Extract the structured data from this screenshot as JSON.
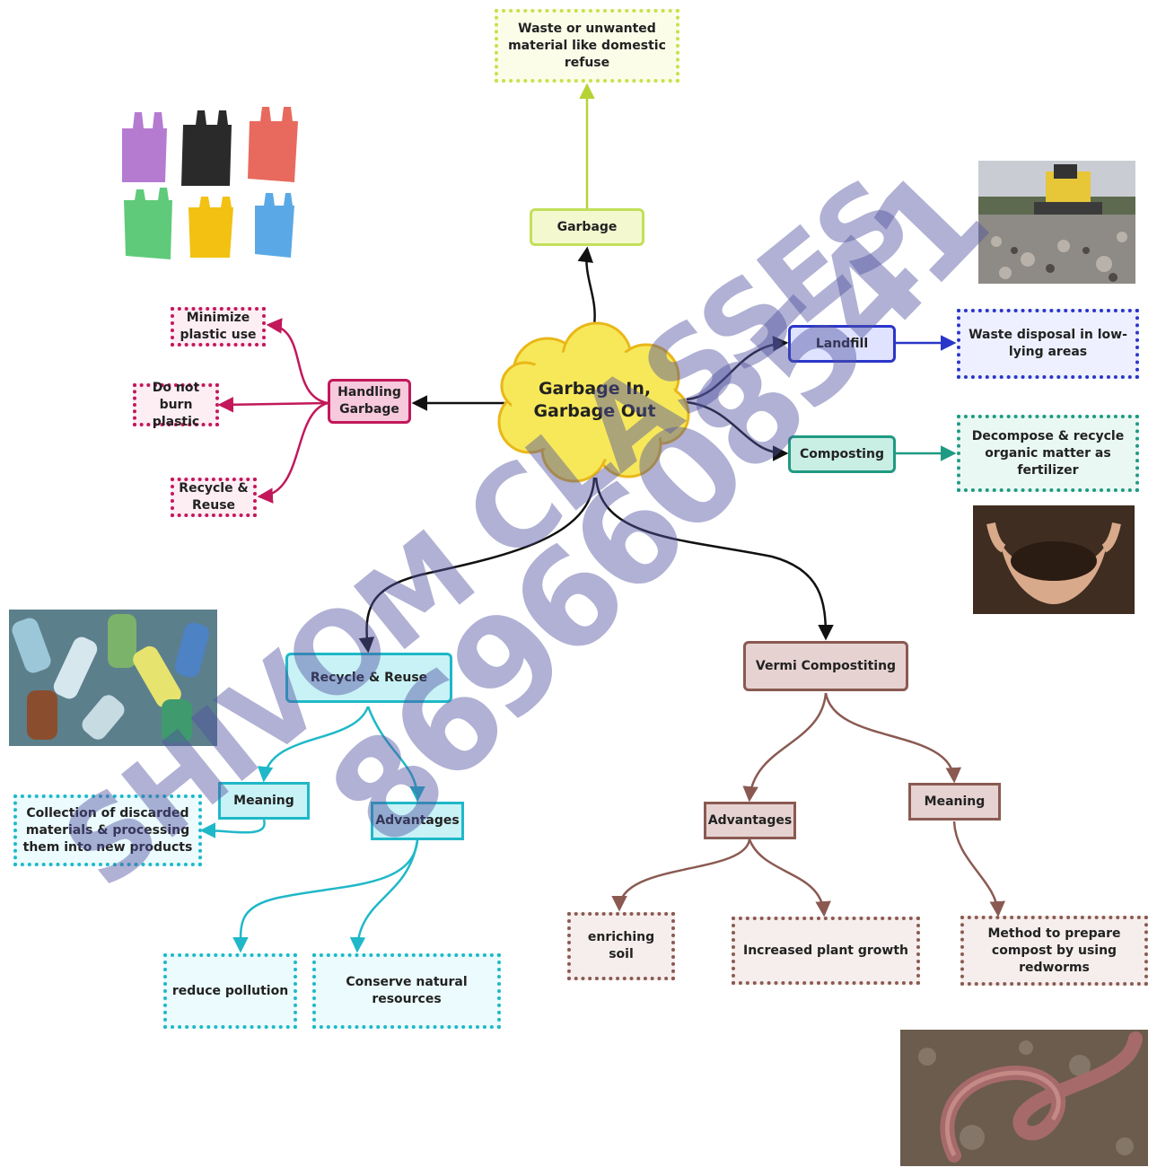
{
  "center": {
    "label": "Garbage In, Garbage Out"
  },
  "garbage": {
    "label": "Garbage",
    "definition": "Waste or unwanted material like domestic refuse"
  },
  "landfill": {
    "label": "Landfill",
    "definition": "Waste disposal in low-lying areas"
  },
  "composting": {
    "label": "Composting",
    "definition": "Decompose & recycle organic matter as fertilizer"
  },
  "handling": {
    "label": "Handling Garbage",
    "items": [
      "Minimize plastic use",
      "Do not burn plastic",
      "Recycle & Reuse"
    ]
  },
  "recycle": {
    "label": "Recycle & Reuse",
    "meaning_label": "Meaning",
    "meaning_text": "Collection of discarded materials & processing them into new products",
    "advantages_label": "Advantages",
    "advantages": [
      "reduce pollution",
      "Conserve natural resources"
    ]
  },
  "vermi": {
    "label": "Vermi Compostiting",
    "advantages_label": "Advantages",
    "advantages": [
      "enriching soil",
      "Increased plant growth"
    ],
    "meaning_label": "Meaning",
    "meaning_text": "Method to prepare compost by using redworms"
  },
  "watermark": {
    "line1": "SHIVOM CLASSES",
    "line2": "8696608541"
  },
  "colors": {
    "garbage": "#b5d334",
    "landfill": "#2a36c8",
    "composting": "#1f9a82",
    "handling": "#c2185b",
    "recycle": "#1fb8c8",
    "vermi": "#8a5a52",
    "center": "#f5e04a"
  }
}
